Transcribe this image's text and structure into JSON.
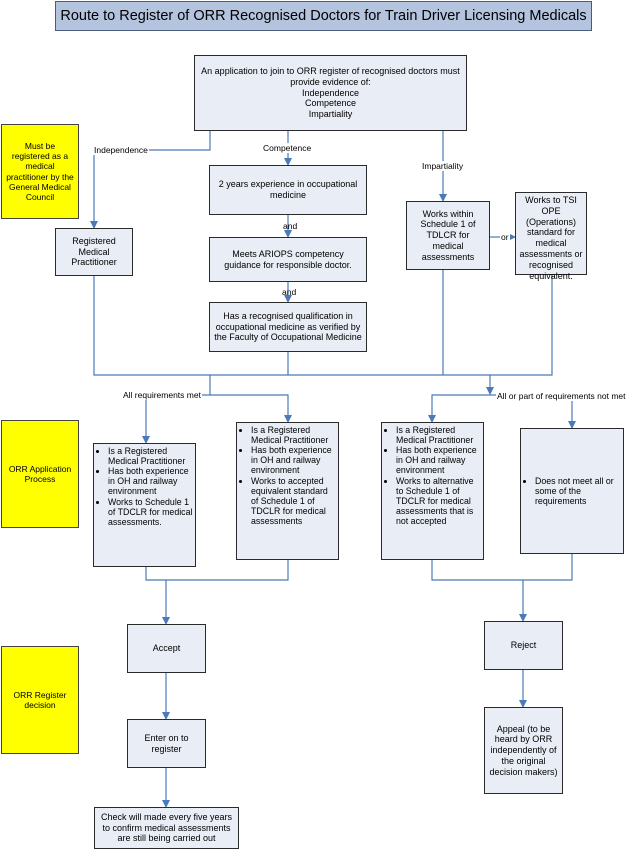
{
  "title": "Route to Register of ORR Recognised Doctors for Train Driver Licensing Medicals",
  "side_labels": {
    "gmc": "Must be registered as a medical practitioner by the General Medical Council",
    "process": "ORR Application Process",
    "decision": "ORR Register decision"
  },
  "top_box": {
    "intro": "An application to join to ORR register of recognised doctors must provide evidence of:",
    "items": [
      "Independence",
      "Competence",
      "Impartiality"
    ]
  },
  "branch_labels": {
    "independence": "Independence",
    "competence": "Competence",
    "impartiality": "Impartiality",
    "and1": "and",
    "and2": "and",
    "or": "or",
    "all_met": "All requirements met",
    "not_met": "All or part of requirements not met"
  },
  "independence_box": "Registered Medical Practitioner",
  "competence_boxes": [
    "2 years experience in occupational medicine",
    "Meets ARIOPS competency guidance for responsible doctor.",
    "Has a recognised qualification in occupational medicine as verified by the Faculty of Occupational Medicine"
  ],
  "impartiality_boxes": [
    "Works within Schedule 1 of TDLCR for medical assessments",
    "Works to  TSI OPE (Operations) standard for medical assessments or recognised equivalent."
  ],
  "process_boxes": [
    [
      "Is a Registered Medical Practitioner",
      "Has both experience in OH and railway environment",
      "Works to Schedule 1 of TDCLR for medical assessments."
    ],
    [
      "Is a Registered Medical Practitioner",
      "Has both experience in OH and railway environment",
      "Works to accepted equivalent standard of Schedule 1 of TDCLR for medical assessments"
    ],
    [
      "Is a Registered Medical Practitioner",
      "Has both experience in OH and railway environment",
      "Works to alternative to Schedule 1 of TDCLR for medical assessments that is not accepted"
    ]
  ],
  "not_meet_box": "Does not meet all or some of the requirements",
  "accept": "Accept",
  "reject": "Reject",
  "enter_register": "Enter on to register",
  "appeal": "Appeal (to be heard by ORR independently of the original decision makers)",
  "check": "Check will made every five years to confirm medical assessments are still being carried out"
}
